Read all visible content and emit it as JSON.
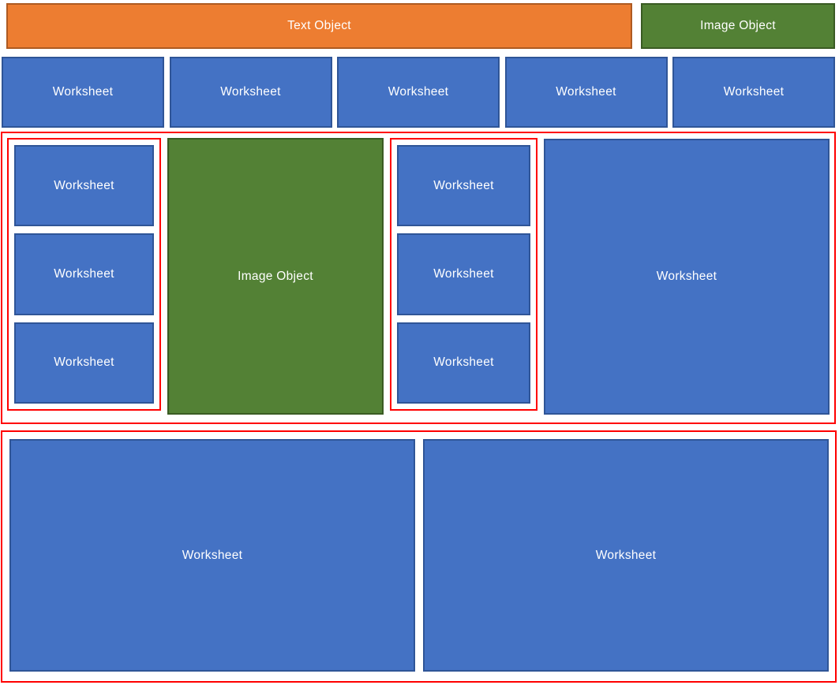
{
  "diagram": {
    "description": "Dashboard layout diagram with labeled object blocks and red layout-container outlines"
  },
  "colors": {
    "worksheet_fill": "#4472C4",
    "worksheet_border": "#2F5597",
    "text_object_fill": "#ED7D31",
    "text_object_border": "#AE5A21",
    "image_object_fill": "#538135",
    "image_object_border": "#3A5B23",
    "container_outline": "#FF0000",
    "label_text": "#FFFFFF",
    "background": "#FFFFFF"
  },
  "top_row": {
    "text_object_label": "Text Object",
    "image_object_label": "Image Object"
  },
  "worksheet_row": {
    "items": [
      {
        "label": "Worksheet"
      },
      {
        "label": "Worksheet"
      },
      {
        "label": "Worksheet"
      },
      {
        "label": "Worksheet"
      },
      {
        "label": "Worksheet"
      }
    ]
  },
  "middle_section": {
    "left_column": {
      "items": [
        {
          "label": "Worksheet"
        },
        {
          "label": "Worksheet"
        },
        {
          "label": "Worksheet"
        }
      ]
    },
    "image_object_label": "Image Object",
    "center_column": {
      "items": [
        {
          "label": "Worksheet"
        },
        {
          "label": "Worksheet"
        },
        {
          "label": "Worksheet"
        }
      ]
    },
    "large_worksheet_label": "Worksheet"
  },
  "bottom_section": {
    "items": [
      {
        "label": "Worksheet"
      },
      {
        "label": "Worksheet"
      }
    ]
  }
}
